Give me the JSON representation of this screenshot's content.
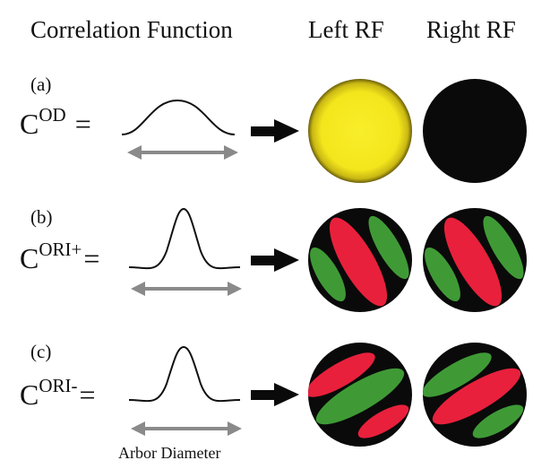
{
  "headers": {
    "correlation": "Correlation Function",
    "left": "Left RF",
    "right": "Right RF"
  },
  "rows": [
    {
      "label": "(a)",
      "c": "C",
      "sup": "OD",
      "eq": "="
    },
    {
      "label": "(b)",
      "c": "C",
      "sup": "ORI+",
      "eq": "="
    },
    {
      "label": "(c)",
      "c": "C",
      "sup": "ORI-",
      "eq": "="
    }
  ],
  "arbor_label": "Arbor Diameter",
  "colors": {
    "yellow": "#f4e61c",
    "red": "#e8203c",
    "green": "#3f9a36",
    "black": "#0a0a0a",
    "gray_arrow": "#8a8a8a"
  }
}
